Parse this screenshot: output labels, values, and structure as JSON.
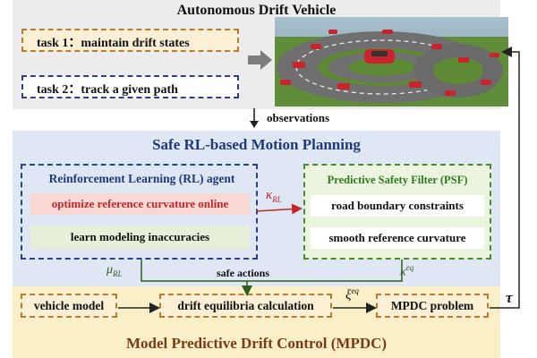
{
  "top_panel": {
    "title": "Autonomous Drift Vehicle",
    "task1": "task 1：maintain drift states",
    "task2": "task 2：track a given path"
  },
  "observations_label": "observations",
  "safe_rl_panel": {
    "title": "Safe RL-based Motion Planning",
    "rl_agent": {
      "title": "Reinforcement Learning (RL) agent",
      "item1": "optimize reference curvature online",
      "item2": "learn modeling inaccuracies"
    },
    "psf": {
      "title": "Predictive Safety Filter (PSF)",
      "item1": "road boundary constraints",
      "item2": "smooth reference curvature"
    },
    "kappa_rl": {
      "symbol": "κ",
      "sub": "RL"
    },
    "mu_rl": {
      "symbol": "μ",
      "sub": "RL"
    },
    "kappa_eq": {
      "symbol": "κ",
      "sup": "eq"
    },
    "safe_actions_label": "safe actions"
  },
  "mpdc_panel": {
    "title": "Model Predictive Drift Control (MPDC)",
    "vehicle_model": "vehicle model",
    "drift_equilibria": "drift equilibria calculation",
    "mpdc_problem": "MPDC problem",
    "xi_eq": {
      "symbol": "ξ",
      "sup": "eq"
    }
  },
  "tau_label": "τ",
  "colors": {
    "blue_dash": "#2e3f88",
    "orange_dash": "#b97a32",
    "green_dash": "#4a8a2e",
    "red_text": "#c0282b",
    "rl_panel_bg": "#dfe6f4",
    "mpdc_panel_bg": "#fbefc8"
  }
}
